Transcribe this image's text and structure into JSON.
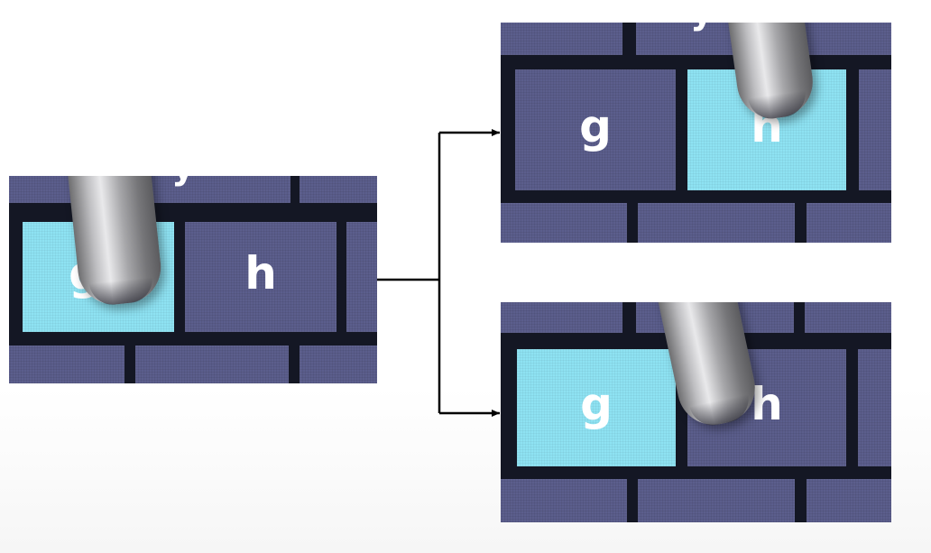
{
  "figure": {
    "panels": [
      {
        "id": "before",
        "touched_key": "g",
        "highlighted_key": "g",
        "keys": [
          {
            "label": "y",
            "state": "partial"
          },
          {
            "label": "g",
            "state": "active"
          },
          {
            "label": "h",
            "state": "idle"
          }
        ]
      },
      {
        "id": "after_top",
        "touched_key": "h",
        "highlighted_key": "h",
        "keys": [
          {
            "label": "y",
            "state": "partial"
          },
          {
            "label": "g",
            "state": "idle"
          },
          {
            "label": "h",
            "state": "active"
          }
        ]
      },
      {
        "id": "after_bottom",
        "touched_key": "h",
        "highlighted_key": "g",
        "keys": [
          {
            "label": "g",
            "state": "active"
          },
          {
            "label": "h",
            "state": "idle"
          }
        ]
      }
    ],
    "colors": {
      "key_idle": "#5b5e8c",
      "key_active": "#8ee2f2",
      "key_border": "#141724",
      "arrow": "#000000",
      "label": "#ffffff"
    }
  }
}
